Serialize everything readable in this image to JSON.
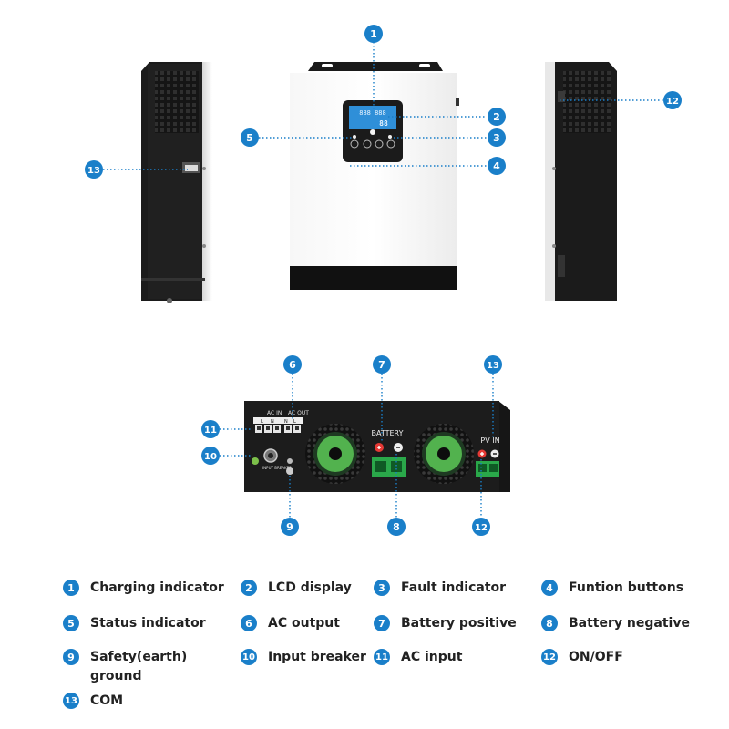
{
  "callout_color": "#1a7fc9",
  "callouts": {
    "c1": "1",
    "c2": "2",
    "c3": "3",
    "c4": "4",
    "c5": "5",
    "c12_right": "12",
    "c13_left": "13",
    "c6": "6",
    "c7": "7",
    "c13_rear": "13",
    "c11": "11",
    "c10": "10",
    "c9": "9",
    "c8": "8",
    "c12_rear": "12"
  },
  "front_panel": {
    "lcd_text_top": "888 888",
    "lcd_text_bottom": "88"
  },
  "rear_panel": {
    "ac_in_label": "AC IN",
    "ac_out_label": "AC OUT",
    "ac_in_terminals": [
      "L",
      "N"
    ],
    "ac_out_terminals": [
      "N",
      "L"
    ],
    "battery_label": "BATTERY",
    "pv_in_label": "PV IN",
    "input_breaker_label": "INPUT BREAKER"
  },
  "legend": [
    {
      "num": "1",
      "text": "Charging indicator"
    },
    {
      "num": "2",
      "text": "LCD display"
    },
    {
      "num": "3",
      "text": "Fault indicator"
    },
    {
      "num": "4",
      "text": "Funtion buttons"
    },
    {
      "num": "5",
      "text": "Status indicator"
    },
    {
      "num": "6",
      "text": "AC output"
    },
    {
      "num": "7",
      "text": "Battery positive"
    },
    {
      "num": "8",
      "text": "Battery negative"
    },
    {
      "num": "9",
      "text": "Safety(earth) ground"
    },
    {
      "num": "10",
      "text": "Input breaker"
    },
    {
      "num": "11",
      "text": "AC input"
    },
    {
      "num": "12",
      "text": "ON/OFF"
    },
    {
      "num": "13",
      "text": "COM"
    }
  ]
}
